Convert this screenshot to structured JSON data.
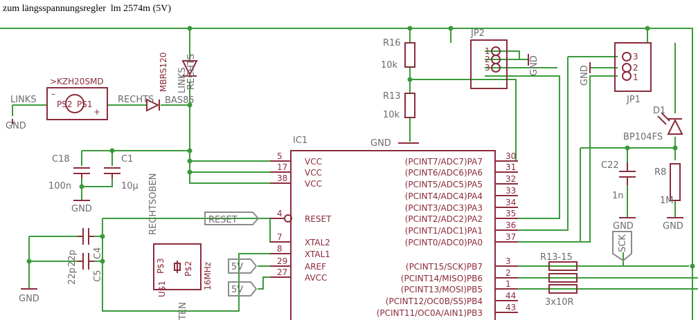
{
  "header": {
    "note": "zum längsspannungsregler  lm 2574m (5V)"
  },
  "colors": {
    "wire": "#3a9a3a",
    "part": "#8b2a3a",
    "label": "#6b6b6b",
    "junction": "#3a9a3a"
  },
  "parts": {
    "r16": {
      "name": "R16",
      "value": "10k"
    },
    "r13": {
      "name": "R13",
      "value": "10k"
    },
    "jp2": {
      "name": "JP2",
      "pins": [
        "1",
        "2",
        "3"
      ],
      "gnd": "GND"
    },
    "jp1": {
      "name": "JP1",
      "pins": [
        "3",
        "2",
        "1"
      ],
      "gnd": "GND"
    },
    "d1": {
      "name": "D1",
      "value": "BP104FS"
    },
    "c22": {
      "name": "C22",
      "value": "1n"
    },
    "r8": {
      "name": "R8",
      "value": "1M"
    },
    "ic1": {
      "name": "IC1"
    },
    "c18": {
      "name": "C18",
      "value": "100n"
    },
    "c1": {
      "name": "C1",
      "value": "10µ"
    },
    "c4": {
      "name": "C4",
      "value": "22p"
    },
    "c5": {
      "name": "C5",
      "value": "22p"
    },
    "diode": {
      "name": "BAS85",
      "alt": "MBRS120"
    },
    "kzh": {
      "name": ">KZH20SMD",
      "ps2": "PS2",
      "ps1": "PS1"
    },
    "q1": {
      "name": "U$1",
      "ps3": "P$3",
      "ps2": "P$2",
      "freq": "16MHz"
    },
    "r13_15": {
      "name": "R13-15",
      "value": "3x10R"
    }
  },
  "nets": {
    "links_top": "LINKS",
    "rechts_top": "RECHTS",
    "links": "LINKS",
    "rechts": "RECHTS",
    "rechtsoben": "RECHTSOBEN",
    "rechtsunten": "TEN",
    "gnd": "GND",
    "reset": "RESET",
    "sck": "SCK",
    "v5a": "5V",
    "v5b": "5V"
  },
  "ic_left_pins": [
    {
      "num": "5",
      "name": "VCC"
    },
    {
      "num": "17",
      "name": "VCC"
    },
    {
      "num": "38",
      "name": "VCC"
    },
    {
      "num": "4",
      "name": "RESET"
    },
    {
      "num": "7",
      "name": "XTAL2"
    },
    {
      "num": "8",
      "name": "XTAL1"
    },
    {
      "num": "29",
      "name": "AREF"
    },
    {
      "num": "27",
      "name": "AVCC"
    }
  ],
  "ic_right_pins": [
    {
      "num": "30",
      "name": "(PCINT7/ADC7)PA7"
    },
    {
      "num": "31",
      "name": "(PCINT6/ADC6)PA6"
    },
    {
      "num": "32",
      "name": "(PCINT5/ADC5)PA5"
    },
    {
      "num": "33",
      "name": "(PCINT4/ADC4)PA4"
    },
    {
      "num": "34",
      "name": "(PCINT3/ADC3)PA3"
    },
    {
      "num": "35",
      "name": "(PCINT2/ADC2)PA2"
    },
    {
      "num": "36",
      "name": "(PCINT1/ADC1)PA1"
    },
    {
      "num": "37",
      "name": "(PCINT0/ADC0)PA0"
    },
    {
      "num": "3",
      "name": "(PCINT15/SCK)PB7"
    },
    {
      "num": "2",
      "name": "(PCINT14/MISO)PB6"
    },
    {
      "num": "1",
      "name": "(PCINT13/MOSI)PB5"
    },
    {
      "num": "44",
      "name": "(PCINT12/OC0B/SS)PB4"
    },
    {
      "num": "43",
      "name": "(PCINT11/OC0A/AIN1)PB3"
    }
  ]
}
